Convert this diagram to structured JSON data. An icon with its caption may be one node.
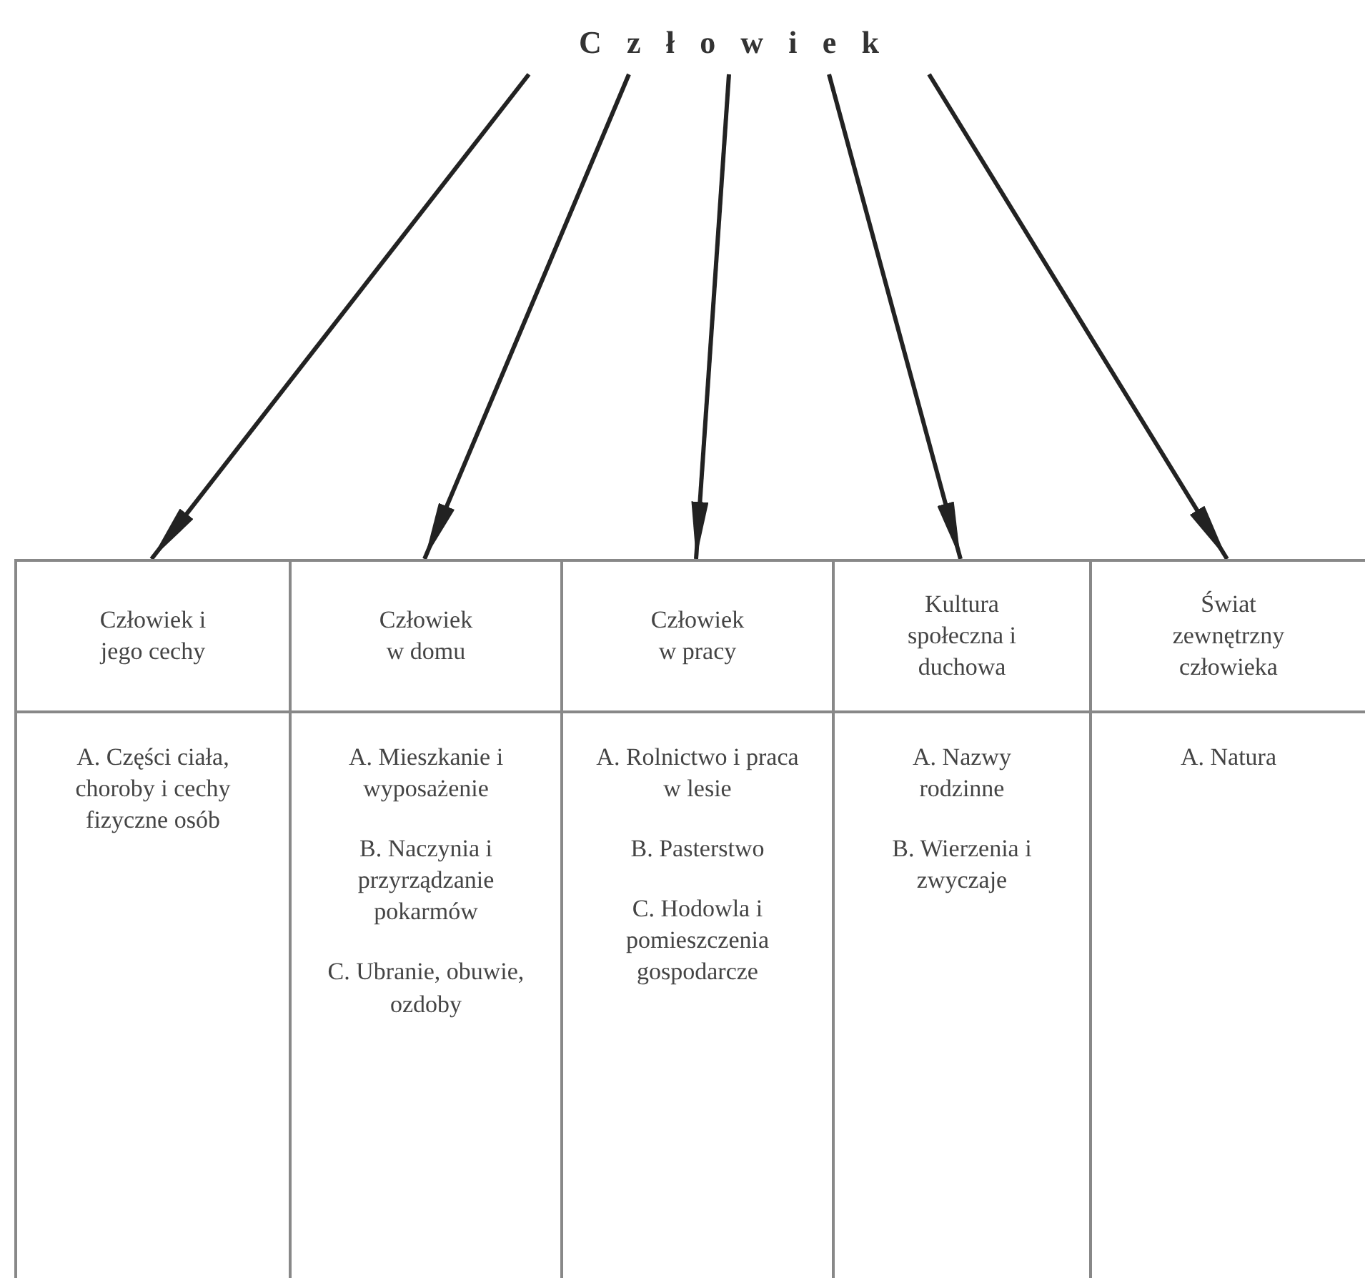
{
  "diagram": {
    "nodes": [
      {
        "text": [
          "Człowiek"
        ]
      },
      {
        "text": [
          "Człowiek i jego cechy"
        ]
      },
      {
        "text": [
          "Człowiek w domu"
        ]
      },
      {
        "text": [
          "Człowiek w pracy"
        ]
      },
      {
        "text": [
          "Kultura społeczna i duchowa"
        ]
      },
      {
        "text": [
          "Świat zewnętrzny człowieka"
        ]
      }
    ],
    "edges": [
      {
        "from": 0,
        "to": 1,
        "arrow": "to"
      },
      {
        "from": 0,
        "to": 2,
        "arrow": "to"
      },
      {
        "from": 0,
        "to": 3,
        "arrow": "to"
      },
      {
        "from": 0,
        "to": 4,
        "arrow": "to"
      },
      {
        "from": 0,
        "to": 5,
        "arrow": "to"
      }
    ],
    "labels": [
      "A. Części ciała, choroby i cechy fizyczne osób",
      "A. Mieszkanie i wyposażenie",
      "B. Naczynia i przyrządzanie pokarmów",
      "C. Ubranie, obuwie, ozdoby",
      "A. Rolnictwo i praca w lesie",
      "B. Pasterstwo",
      "C. Hodowla i pomieszczenia gospodarcze",
      "A. Nazwy rodzinne",
      "B. Wierzenia i zwyczaje",
      "A. Natura"
    ]
  }
}
